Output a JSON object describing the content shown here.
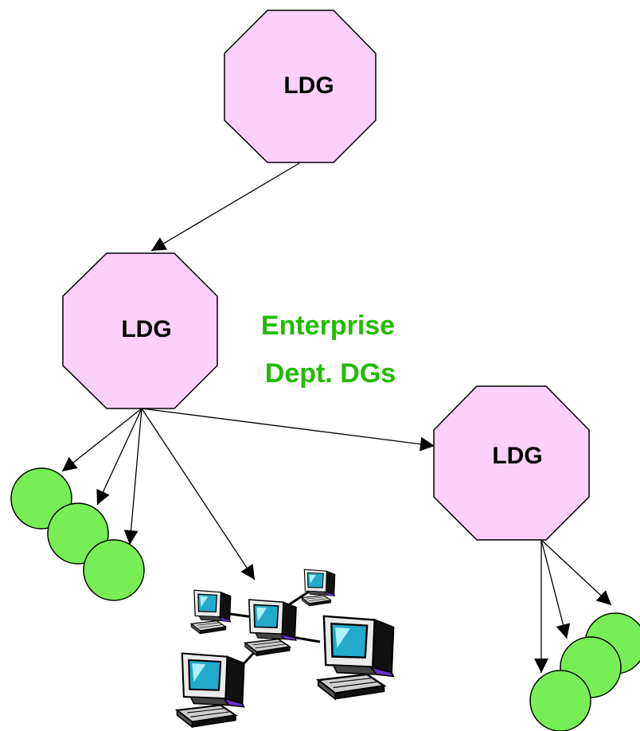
{
  "nodes": {
    "top": "LDG",
    "middle": "LDG",
    "right": "LDG"
  },
  "group_label": {
    "line1": "Enterprise",
    "line2": "Dept. DGs",
    "color": "#22bb00"
  },
  "colors": {
    "node_fill": "#fbd0fb",
    "circle_fill": "#77ee55"
  },
  "icons": [
    "computer-icon",
    "network-icon"
  ]
}
